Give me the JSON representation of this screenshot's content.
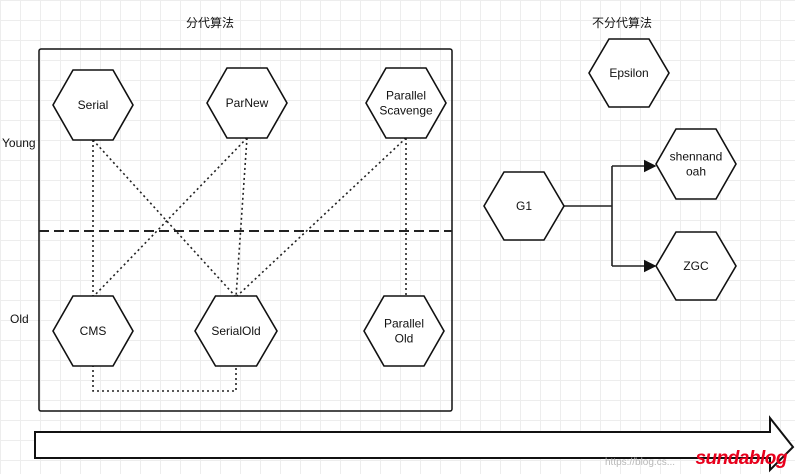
{
  "labels": {
    "generational": "分代算法",
    "non_generational": "不分代算法",
    "young": "Young",
    "old": "Old"
  },
  "collectors": {
    "serial": [
      "Serial"
    ],
    "parnew": [
      "ParNew"
    ],
    "parallel_scavenge": [
      "Parallel",
      "Scavenge"
    ],
    "cms": [
      "CMS"
    ],
    "serial_old": [
      "SerialOld"
    ],
    "parallel_old": [
      "Parallel",
      "Old"
    ],
    "epsilon": [
      "Epsilon"
    ],
    "g1": [
      "G1"
    ],
    "shenandoah": [
      "shennand",
      "oah"
    ],
    "zgc": [
      "ZGC"
    ]
  },
  "watermark": "https://blog.cs...",
  "brand": "sundablog",
  "colors": {
    "stroke": "#111111",
    "grid": "#ededed",
    "brand": "#e8001c"
  }
}
